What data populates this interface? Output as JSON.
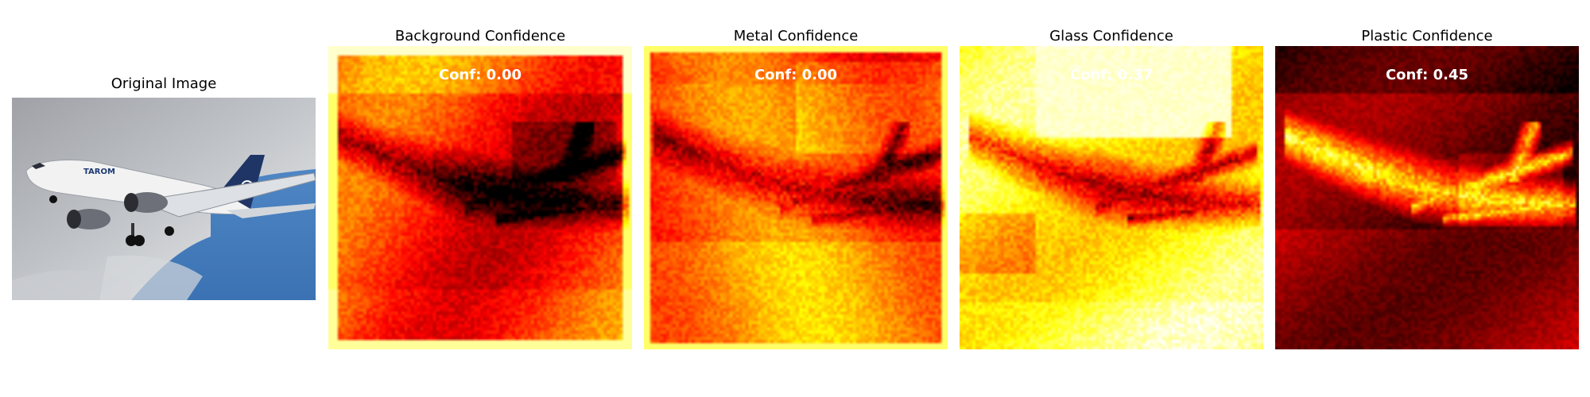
{
  "original": {
    "title": "Original Image",
    "livery_text": "TAROM"
  },
  "panels": [
    {
      "title": "Background Confidence",
      "conf_label": "Conf: 0.00",
      "conf": 0.0,
      "mode": "background"
    },
    {
      "title": "Metal Confidence",
      "conf_label": "Conf: 0.00",
      "conf": 0.0,
      "mode": "metal"
    },
    {
      "title": "Glass Confidence",
      "conf_label": "Conf: 0.37",
      "conf": 0.37,
      "mode": "glass"
    },
    {
      "title": "Plastic Confidence",
      "conf_label": "Conf: 0.45",
      "conf": 0.45,
      "mode": "plastic"
    }
  ],
  "chart_data": {
    "type": "heatmap",
    "colormap": "hot",
    "maps": [
      {
        "title": "Background Confidence",
        "confidence": 0.0
      },
      {
        "title": "Metal Confidence",
        "confidence": 0.0
      },
      {
        "title": "Glass Confidence",
        "confidence": 0.37
      },
      {
        "title": "Plastic Confidence",
        "confidence": 0.45
      }
    ],
    "axes": "off"
  }
}
